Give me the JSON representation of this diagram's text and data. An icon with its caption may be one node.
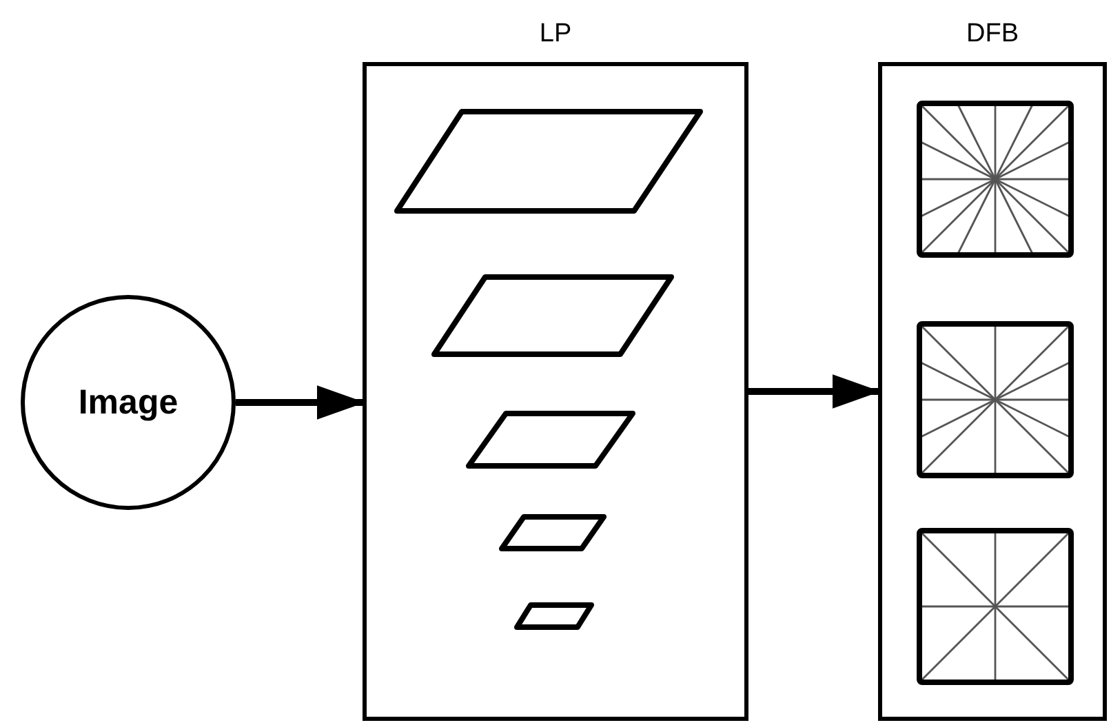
{
  "diagram": {
    "nodes": [
      {
        "text": [
          "Image"
        ]
      },
      {
        "text": [
          "LP"
        ]
      },
      {
        "text": [
          "DFB"
        ]
      }
    ],
    "edges": [
      {
        "from": 0,
        "to": 1,
        "arrow": "to"
      },
      {
        "from": 1,
        "to": 2,
        "arrow": "to"
      }
    ]
  }
}
